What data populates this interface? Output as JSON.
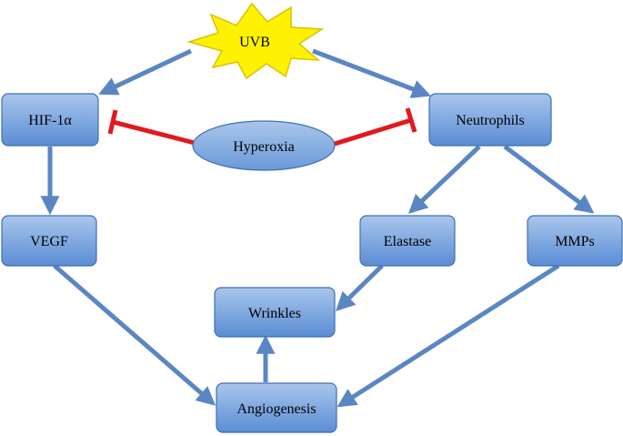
{
  "nodes": {
    "uvb": "UVB",
    "hif": "HIF-1α",
    "hyperoxia": "Hyperoxia",
    "neutrophils": "Neutrophils",
    "vegf": "VEGF",
    "elastase": "Elastase",
    "mmps": "MMPs",
    "wrinkles": "Wrinkles",
    "angiogenesis": "Angiogenesis"
  },
  "colors": {
    "box_fill_top": "#9fbde6",
    "box_fill_bottom": "#5b8fd6",
    "box_stroke": "#3f6fb4",
    "arrow": "#5b86c4",
    "inhibit": "#e0191f",
    "star_fill": "#fff200",
    "star_stroke": "#d8c200"
  },
  "edges": [
    {
      "from": "uvb",
      "to": "hif",
      "type": "activates"
    },
    {
      "from": "uvb",
      "to": "neutrophils",
      "type": "activates"
    },
    {
      "from": "hyperoxia",
      "to": "hif",
      "type": "inhibits"
    },
    {
      "from": "hyperoxia",
      "to": "neutrophils",
      "type": "inhibits"
    },
    {
      "from": "hif",
      "to": "vegf",
      "type": "activates"
    },
    {
      "from": "neutrophils",
      "to": "elastase",
      "type": "activates"
    },
    {
      "from": "neutrophils",
      "to": "mmps",
      "type": "activates"
    },
    {
      "from": "elastase",
      "to": "wrinkles",
      "type": "activates"
    },
    {
      "from": "vegf",
      "to": "angiogenesis",
      "type": "activates"
    },
    {
      "from": "mmps",
      "to": "angiogenesis",
      "type": "activates"
    },
    {
      "from": "angiogenesis",
      "to": "wrinkles",
      "type": "activates"
    }
  ]
}
